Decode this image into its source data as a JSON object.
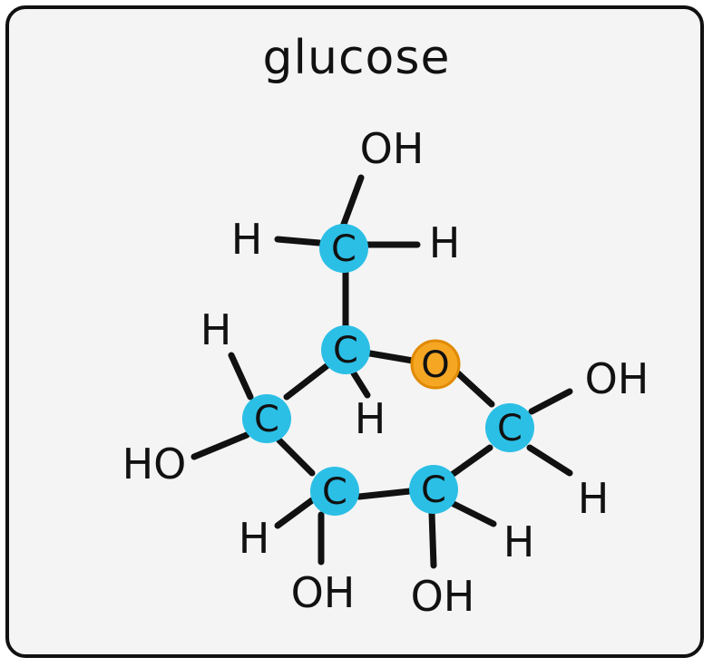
{
  "title": "glucose",
  "colors": {
    "carbon": "#2bbfe6",
    "oxygen": "#f5a623",
    "oxygen_ring": "#e08a00",
    "bond": "#111111",
    "background": "#f4f4f4"
  },
  "atoms": {
    "c6": "C",
    "c5": "C",
    "c4": "C",
    "c3": "C",
    "c2": "C",
    "c1": "C",
    "ring_o": "O",
    "c6_oh": "OH",
    "c6_h_left": "H",
    "c6_h_right": "H",
    "c5_h": "H",
    "c4_h": "H",
    "c4_ho": "HO",
    "c3_h": "H",
    "c3_oh": "OH",
    "c2_oh": "OH",
    "c2_h": "H",
    "c1_oh": "OH",
    "c1_h": "H"
  }
}
